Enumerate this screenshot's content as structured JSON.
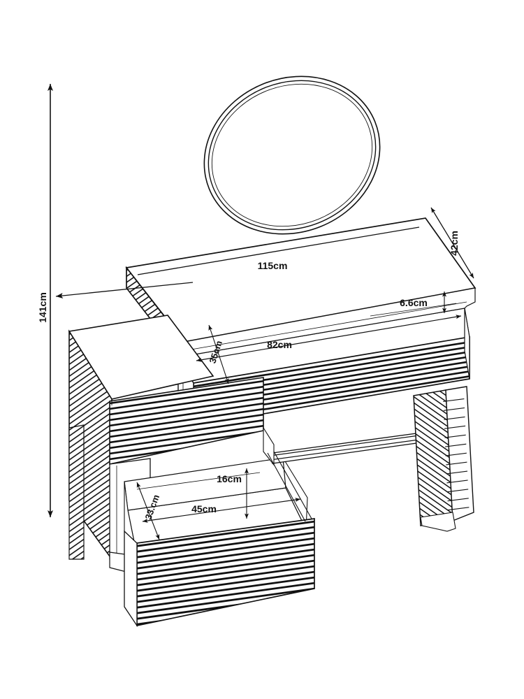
{
  "drawing": {
    "title": "Dressing table technical dimension drawing",
    "background_color": "#ffffff",
    "line_color": "#111111",
    "unit": "cm"
  },
  "dimensions": {
    "overall_height": "141cm",
    "top_width": "115cm",
    "top_depth": "42cm",
    "upper_drawer_inner_width": "82cm",
    "upper_drawer_inner_depth": "35cm",
    "upper_drawer_inner_height": "6.6cm",
    "lower_drawer_inner_width": "45cm",
    "lower_drawer_inner_depth": "33.cm",
    "lower_drawer_inner_height": "16cm"
  },
  "parts": {
    "mirror": "oval wall mirror",
    "desktop": "desk top panel",
    "upper_drawer": "wide upper drawer (open)",
    "lower_drawer": "lower drawer (open)",
    "left_cabinet": "left drawer cabinet",
    "right_leg": "right side panel leg",
    "back_rail": "rear stretcher rail"
  }
}
